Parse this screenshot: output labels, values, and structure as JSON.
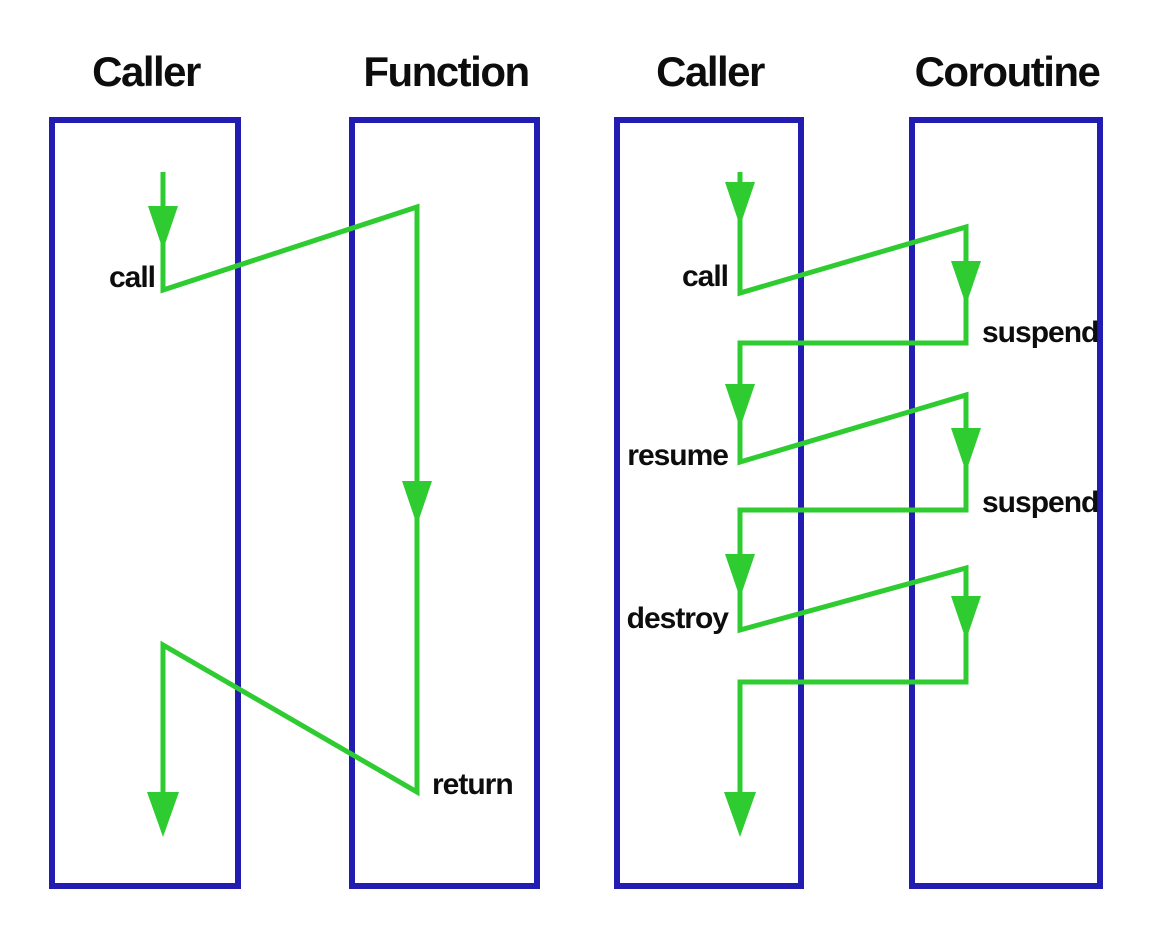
{
  "colors": {
    "background": "#ffffff",
    "box-border": "#221cb0",
    "flow-green": "#2ecc31",
    "label-text": "#0d0d0d"
  },
  "diagrams": [
    {
      "name": "function-call-diagram",
      "columns": [
        "Caller",
        "Function"
      ],
      "labels": {
        "call": "call",
        "return": "return"
      },
      "event_sequence": [
        "call",
        "return"
      ]
    },
    {
      "name": "coroutine-diagram",
      "columns": [
        "Caller",
        "Coroutine"
      ],
      "labels": {
        "call": "call",
        "suspend1": "suspend",
        "resume": "resume",
        "suspend2": "suspend",
        "destroy": "destroy"
      },
      "event_sequence": [
        "call",
        "suspend",
        "resume",
        "suspend",
        "destroy"
      ]
    }
  ]
}
